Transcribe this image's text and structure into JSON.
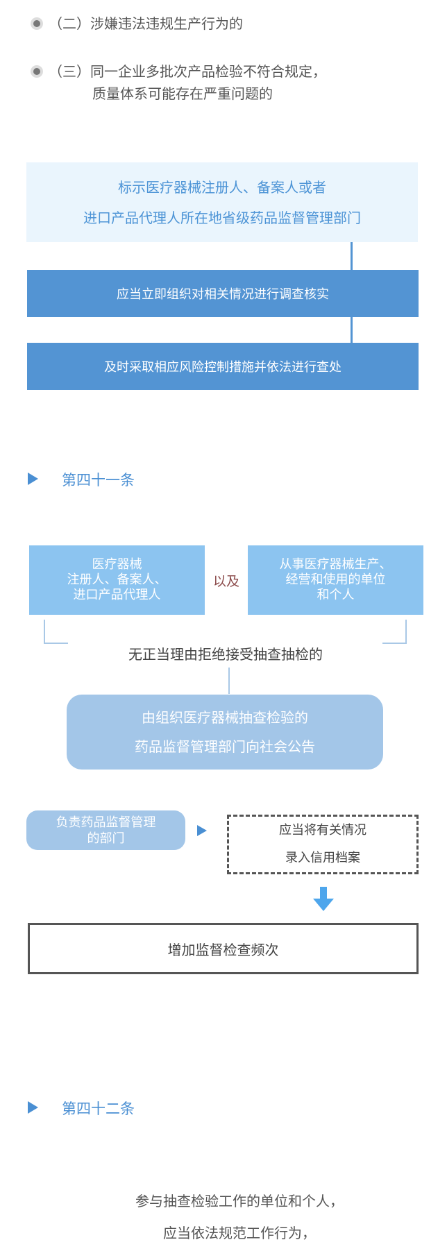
{
  "items": [
    {
      "label": "（二）",
      "text": "涉嫌违法违规生产行为的"
    },
    {
      "label": "（三）",
      "text_line1": "同一企业多批次产品检验不符合规定，",
      "text_line2": "质量体系可能存在严重问题的"
    }
  ],
  "flow1": {
    "top_line1": "标示医疗器械注册人、备案人或者",
    "top_line2": "进口产品代理人所在地省级药品监督管理部门",
    "step1": "应当立即组织对相关情况进行调查核实",
    "step2": "及时采取相应风险控制措施并依法进行查处"
  },
  "article41": {
    "heading": "第四十一条",
    "left_box": [
      "医疗器械",
      "注册人、备案人、",
      "进口产品代理人"
    ],
    "connector": "以及",
    "right_box": [
      "从事医疗器械生产、",
      "经营和使用的单位",
      "和个人"
    ],
    "condition": "无正当理由拒绝接受抽查抽检的",
    "result": [
      "由组织医疗器械抽查检验的",
      "药品监督管理部门向社会公告"
    ],
    "actor": [
      "负责药品监督管理",
      "的部门"
    ],
    "action": [
      "应当将有关情况",
      "录入信用档案"
    ],
    "final": "增加监督检查频次"
  },
  "article42": {
    "heading": "第四十二条",
    "lines": [
      "参与抽查检验工作的单位和个人，",
      "应当依法规范工作行为，"
    ]
  }
}
